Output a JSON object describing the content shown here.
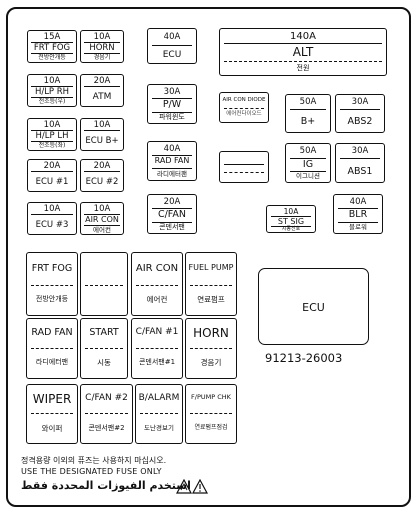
{
  "fuses": {
    "frt_fog": {
      "amp": "15A",
      "name": "FRT FOG",
      "korean": "전방안개등"
    },
    "horn_small": {
      "amp": "10A",
      "name": "HORN",
      "korean": "경음기"
    },
    "ecu_40": {
      "amp": "40A",
      "name": "ECU"
    },
    "alt": {
      "amp": "140A",
      "name": "ALT",
      "korean": "전원"
    },
    "hlp_rh": {
      "amp": "10A",
      "name": "H/LP RH",
      "korean": "전조등(우)"
    },
    "atm": {
      "amp": "20A",
      "name": "ATM"
    },
    "pw": {
      "amp": "30A",
      "name": "P/W",
      "korean": "파워윈도"
    },
    "aircon_diode": {
      "name": "AIR CON DIODE",
      "korean": "에어컨다이오드"
    },
    "bplus": {
      "amp": "50A",
      "name": "B+"
    },
    "abs2": {
      "amp": "30A",
      "name": "ABS2"
    },
    "hlp_lh": {
      "amp": "10A",
      "name": "H/LP LH",
      "korean": "전조등(좌)"
    },
    "ecu_bplus": {
      "amp": "10A",
      "name": "ECU B+"
    },
    "rad_fan_small": {
      "amp": "40A",
      "name": "RAD FAN",
      "korean": "라디에터팬"
    },
    "ig": {
      "amp": "50A",
      "name": "IG",
      "korean": "이그니션"
    },
    "abs1": {
      "amp": "30A",
      "name": "ABS1"
    },
    "ecu1": {
      "amp": "20A",
      "name": "ECU #1"
    },
    "ecu2": {
      "amp": "20A",
      "name": "ECU #2"
    },
    "cfan": {
      "amp": "20A",
      "name": "C/FAN",
      "korean": "콘덴서팬"
    },
    "ecu3": {
      "amp": "10A",
      "name": "ECU #3"
    },
    "aircon_small": {
      "amp": "10A",
      "name": "AIR CON",
      "korean": "에어컨"
    },
    "st_sig": {
      "amp": "10A",
      "name": "ST SIG",
      "korean": "시동신호"
    },
    "blr": {
      "amp": "40A",
      "name": "BLR",
      "korean": "블로워"
    }
  },
  "relays": {
    "frt_fog": {
      "name": "FRT FOG",
      "korean": "전방안개등"
    },
    "aircon": {
      "name": "AIR CON",
      "korean": "에어컨"
    },
    "fuel_pump": {
      "name": "FUEL PUMP",
      "korean": "연료펌프"
    },
    "rad_fan": {
      "name": "RAD FAN",
      "korean": "라디에터팬"
    },
    "start": {
      "name": "START",
      "korean": "시동"
    },
    "cfan1": {
      "name": "C/FAN #1",
      "korean": "콘덴서팬#1"
    },
    "horn": {
      "name": "HORN",
      "korean": "경음기"
    },
    "wiper": {
      "name": "WIPER",
      "korean": "와이퍼"
    },
    "cfan2": {
      "name": "C/FAN #2",
      "korean": "콘덴서팬#2"
    },
    "balarm": {
      "name": "B/ALARM",
      "korean": "도난경보기"
    },
    "fpump_chk": {
      "name": "F/PUMP CHK",
      "korean": "연료펌프점검"
    }
  },
  "ecu_module": {
    "name": "ECU"
  },
  "part_number": "91213-26003",
  "footer": {
    "korean_warning": "정격용량 이외의 퓨즈는 사용하지 마십시오.",
    "english_warning": "USE THE DESIGNATED FUSE ONLY",
    "arabic_warning": "استخدم الفيوزات المحددة فقط"
  }
}
